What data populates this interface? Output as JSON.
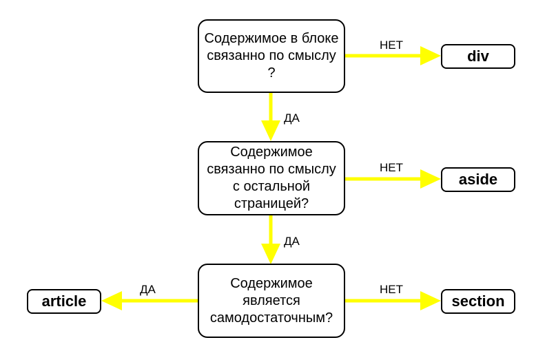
{
  "questions": {
    "q1": "Содержимое в блоке связанно по смыслу ?",
    "q2": "Содержимое связанно по смыслу с остальной страницей?",
    "q3": "Содержимое является самодостаточным?"
  },
  "answers": {
    "div": "div",
    "aside": "aside",
    "section": "section",
    "article": "article"
  },
  "edge_labels": {
    "q1_no": "НЕТ",
    "q1_yes": "ДА",
    "q2_no": "НЕТ",
    "q2_yes": "ДА",
    "q3_no": "НЕТ",
    "q3_yes": "ДА"
  },
  "colors": {
    "arrow": "#ffff00",
    "border": "#000000",
    "background": "#ffffff"
  }
}
